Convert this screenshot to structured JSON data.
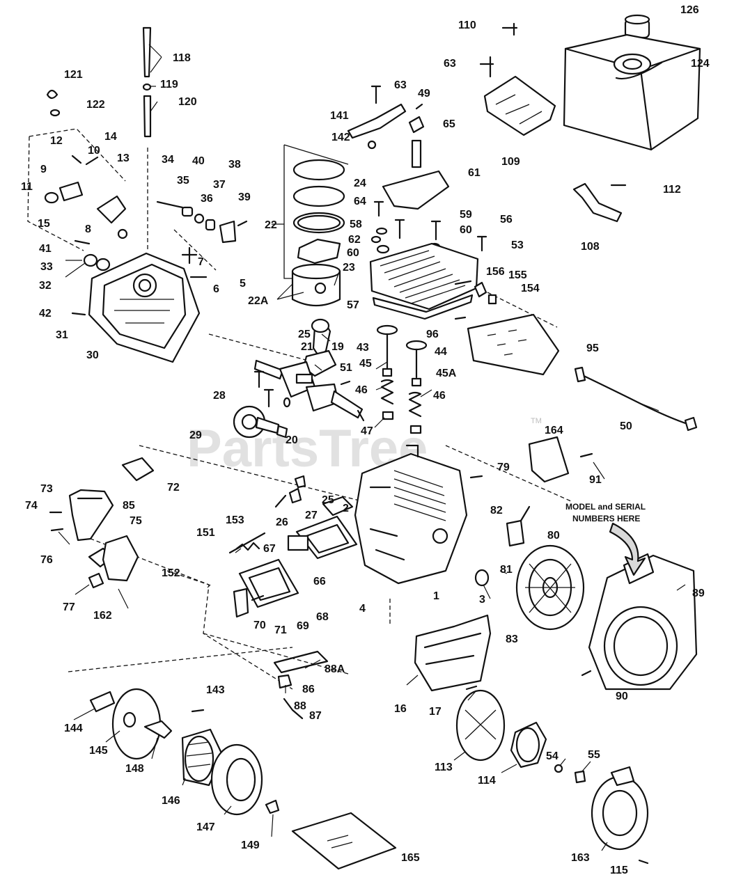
{
  "watermark": "PartsTree",
  "trademark": "TM",
  "note": {
    "line1": "MODEL and SERIAL",
    "line2": "NUMBERS HERE"
  },
  "labels": [
    "126",
    "110",
    "63",
    "124",
    "118",
    "119",
    "121",
    "122",
    "120",
    "63",
    "49",
    "141",
    "65",
    "142",
    "14",
    "12",
    "10",
    "13",
    "109",
    "34",
    "40",
    "38",
    "35",
    "37",
    "36",
    "39",
    "9",
    "11",
    "24",
    "61",
    "112",
    "15",
    "64",
    "22",
    "8",
    "41",
    "58",
    "62",
    "59",
    "60",
    "56",
    "53",
    "60",
    "108",
    "33",
    "32",
    "7",
    "5",
    "6",
    "42",
    "23",
    "22A",
    "156",
    "155",
    "154",
    "31",
    "57",
    "30",
    "25",
    "96",
    "21",
    "19",
    "43",
    "44",
    "95",
    "45",
    "51",
    "45A",
    "46",
    "46",
    "28",
    "29",
    "20",
    "47",
    "50",
    "164",
    "79",
    "91",
    "72",
    "25",
    "73",
    "74",
    "85",
    "75",
    "26",
    "27",
    "2",
    "153",
    "151",
    "82",
    "80",
    "67",
    "81",
    "76",
    "152",
    "66",
    "3",
    "89",
    "1",
    "4",
    "77",
    "162",
    "70",
    "71",
    "69",
    "68",
    "83",
    "88A",
    "86",
    "143",
    "88",
    "87",
    "16",
    "17",
    "144",
    "145",
    "148",
    "54",
    "55",
    "113",
    "114",
    "146",
    "147",
    "149",
    "90",
    "165",
    "163",
    "115"
  ],
  "colors": {
    "ink": "#111111",
    "paper": "#ffffff",
    "watermark": "#c9c9c9"
  }
}
